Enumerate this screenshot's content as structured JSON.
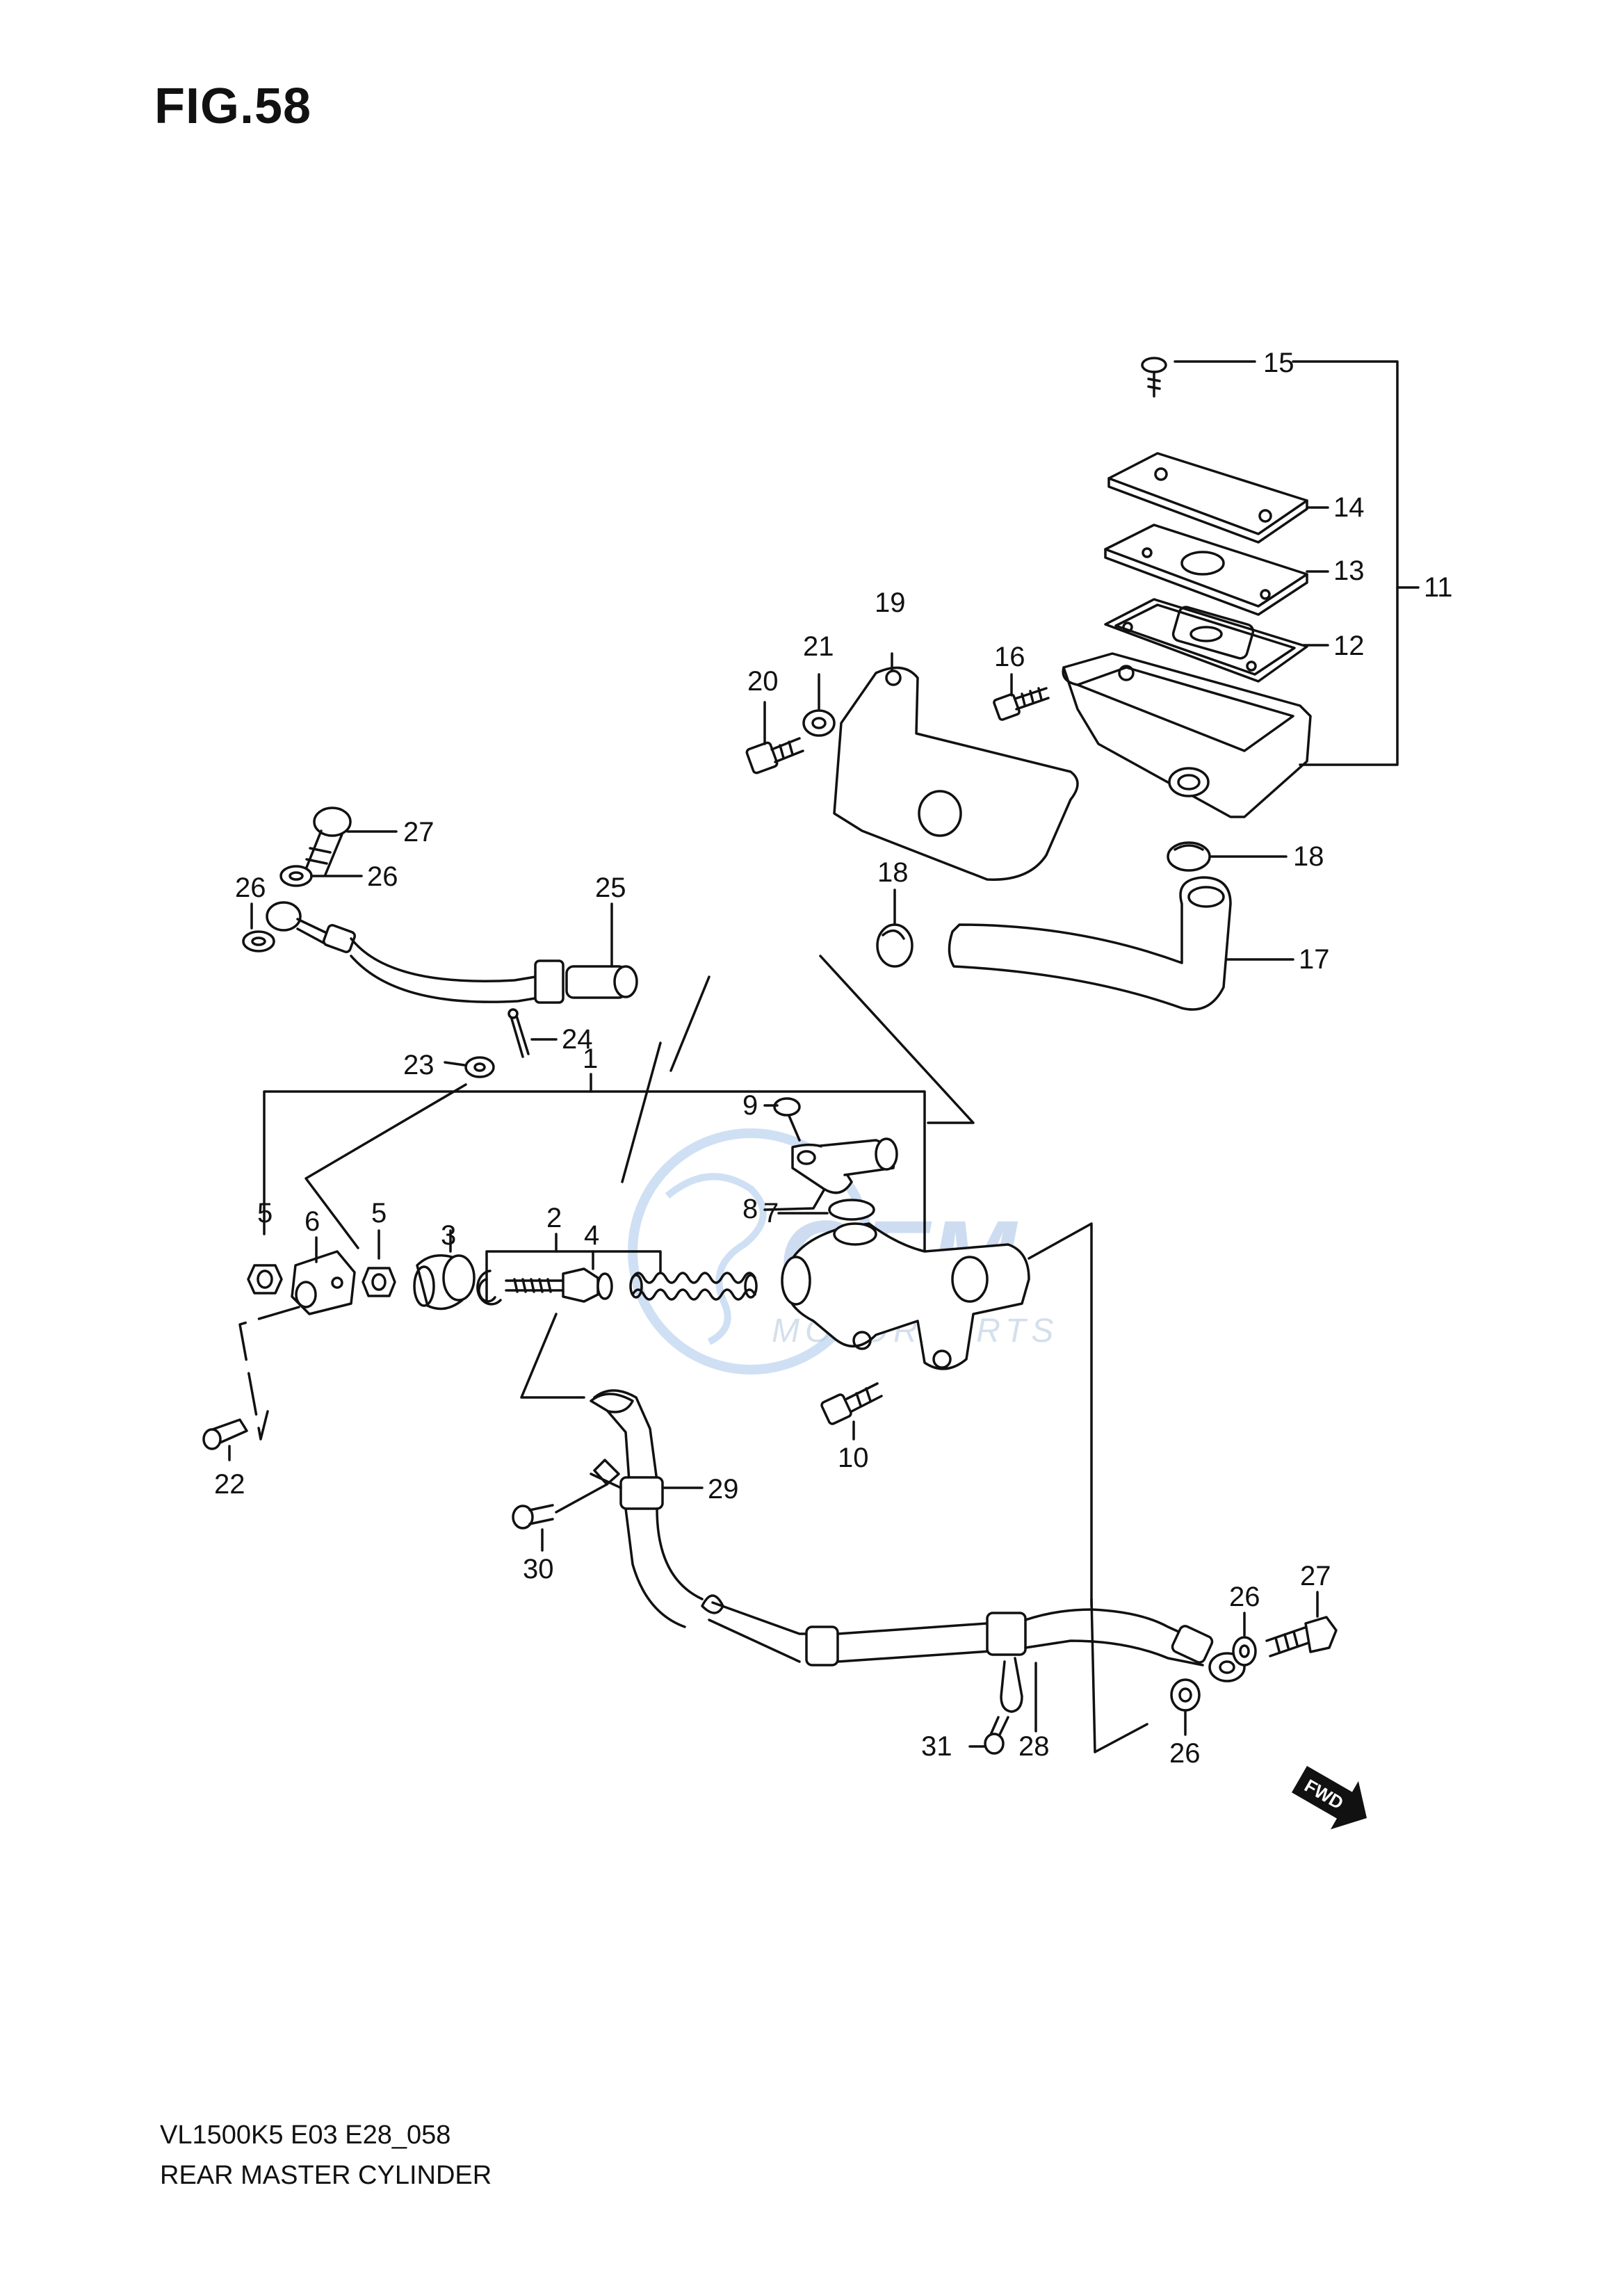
{
  "figure": {
    "title": "FIG.58"
  },
  "caption": {
    "model_code": "VL1500K5 E03 E28_058",
    "name": "REAR MASTER CYLINDER"
  },
  "watermark": {
    "brand": "GEM",
    "sub": "MOTORPARTS"
  },
  "fwd_label": "FWD",
  "colors": {
    "line": "#111111",
    "watermark": "#6f9bd8"
  },
  "callouts": {
    "c1": "1",
    "c2": "2",
    "c3": "3",
    "c4": "4",
    "c5a": "5",
    "c5b": "5",
    "c6": "6",
    "c7": "7",
    "c8": "8",
    "c9": "9",
    "c10": "10",
    "c11": "11",
    "c12": "12",
    "c13": "13",
    "c14": "14",
    "c15": "15",
    "c16": "16",
    "c17": "17",
    "c18a": "18",
    "c18b": "18",
    "c19": "19",
    "c20": "20",
    "c21": "21",
    "c22": "22",
    "c23": "23",
    "c24": "24",
    "c25": "25",
    "c26a": "26",
    "c26b": "26",
    "c26c": "26",
    "c26d": "26",
    "c27a": "27",
    "c27b": "27",
    "c28": "28",
    "c29": "29",
    "c30": "30",
    "c31": "31"
  }
}
